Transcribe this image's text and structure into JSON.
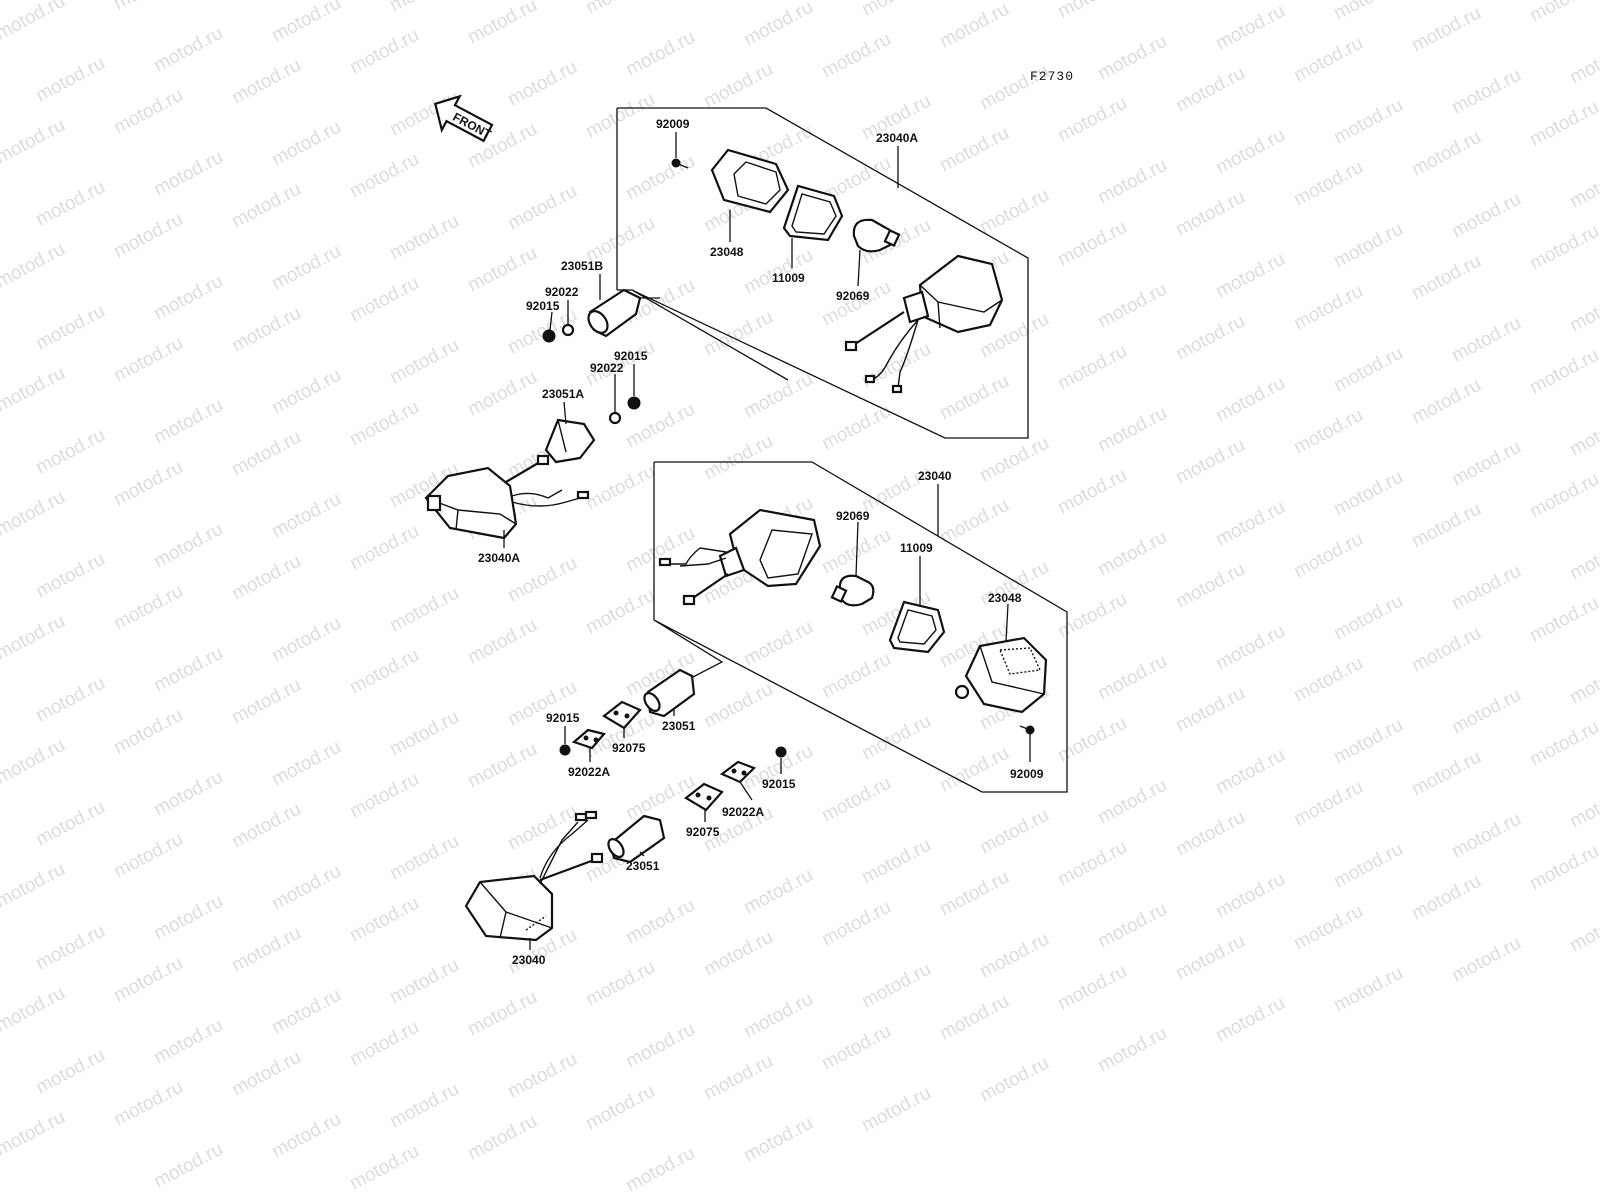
{
  "diagram": {
    "code": "F2730",
    "front_label": "FRONT",
    "watermark": "motod.ru",
    "labels": {
      "upper_92009": "92009",
      "upper_23040A": "23040A",
      "upper_23048": "23048",
      "upper_11009": "11009",
      "upper_92069": "92069",
      "upper_23051B": "23051B",
      "upper_92022": "92022",
      "upper_92015": "92015",
      "mid_92015": "92015",
      "mid_92022": "92022",
      "mid_23051A": "23051A",
      "left_23040A": "23040A",
      "lower_23040": "23040",
      "lower_92069": "92069",
      "lower_11009": "11009",
      "lower_23048": "23048",
      "lower_92009": "92009",
      "lower_92015a": "92015",
      "lower_92022A_a": "92022A",
      "lower_92075_a": "92075",
      "lower_23051_a": "23051",
      "lower_92015b": "92015",
      "lower_92022A_b": "92022A",
      "lower_92075_b": "92075",
      "lower_23051_b": "23051",
      "bottom_23040": "23040"
    }
  }
}
